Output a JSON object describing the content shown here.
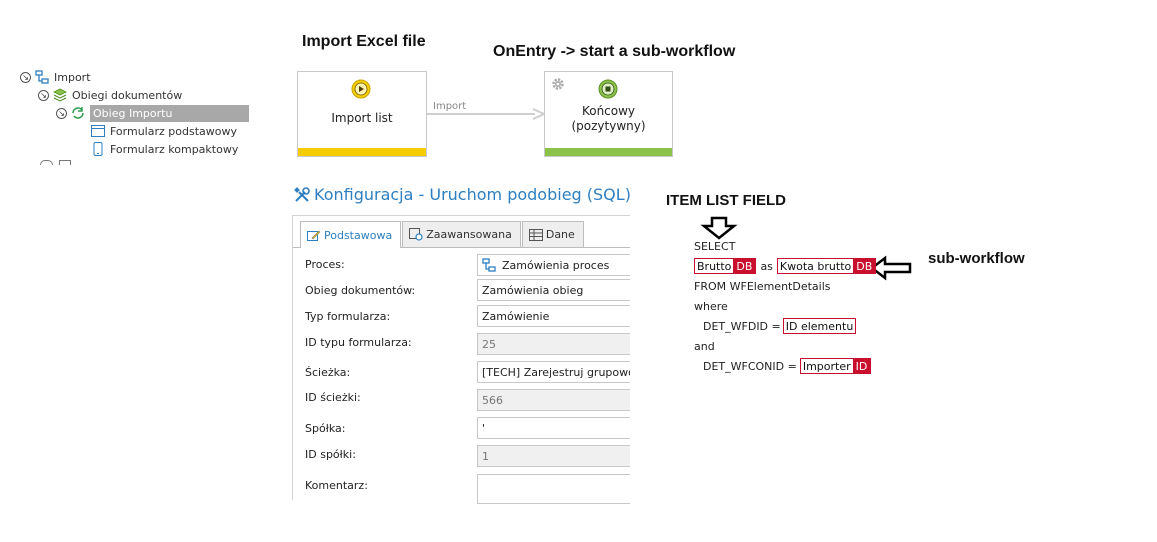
{
  "tree": {
    "root_label": "Import",
    "docs_label": "Obiegi dokumentów",
    "selected_label": "Obieg Importu",
    "form_basic": "Formularz podstawowy",
    "form_compact": "Formularz kompaktowy"
  },
  "annotations": {
    "import_excel": "Import Excel file",
    "onentry": "OnEntry -> start a sub-workflow",
    "item_list_field": "ITEM LIST FIELD",
    "sub_workflow": "sub-workflow"
  },
  "workflow": {
    "step1_label": "Import list",
    "transition_label": "Import",
    "step2_line1": "Końcowy",
    "step2_line2": "(pozytywny)",
    "colors": {
      "step1_bar": "#f5cc00",
      "step2_bar": "#8bc34a",
      "play_icon": "#f5cc00",
      "stop_icon": "#8bc34a"
    }
  },
  "config": {
    "title": "Konfiguracja - Uruchom podobieg (SQL)",
    "tabs": [
      "Podstawowa",
      "Zaawansowana",
      "Dane"
    ],
    "fields": [
      {
        "label": "Proces:",
        "value": "Zamówienia proces"
      },
      {
        "label": "Obieg dokumentów:",
        "value": "Zamówienia obieg"
      },
      {
        "label": "Typ formularza:",
        "value": "Zamówienie"
      },
      {
        "label": "ID typu formularza:",
        "value": "25"
      },
      {
        "label": "Ścieżka:",
        "value": "[TECH] Zarejestruj grupowo"
      },
      {
        "label": "ID ścieżki:",
        "value": "566"
      },
      {
        "label": "Spółka:",
        "value": "'"
      },
      {
        "label": "ID spółki:",
        "value": "1"
      },
      {
        "label": "Komentarz:",
        "value": ""
      }
    ]
  },
  "sql": {
    "select": "SELECT",
    "token_brutto": "Brutto",
    "tag_db": "DB",
    "as": "as",
    "token_kwota": "Kwota brutto",
    "from": "FROM WFElementDetails",
    "where": "where",
    "wfdid": "DET_WFDID =",
    "token_id_elementu": "ID elementu",
    "and": "and",
    "wfconid": "DET_WFCONID =",
    "token_importer": "Importer",
    "tag_id": "ID"
  }
}
